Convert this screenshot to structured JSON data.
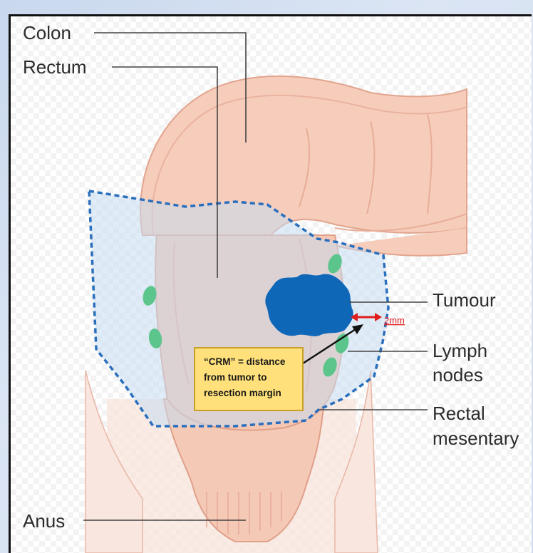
{
  "labels": {
    "colon": "Colon",
    "rectum": "Rectum",
    "tumour": "Tumour",
    "lymph_line1": "Lymph",
    "lymph_line2": "nodes",
    "rectal_line1": "Rectal",
    "rectal_line2": "mesentary",
    "anus": "Anus",
    "distance": "2mm"
  },
  "callout": {
    "line1": "“CRM” = distance",
    "line2": "from tumor to",
    "line3": "resection margin"
  },
  "colors": {
    "tissue": "#f6d2c2",
    "tissue_outline": "#e2a48e",
    "mesentery_fill": "#cfdff0",
    "dashed_border": "#2a6fbd",
    "tumour": "#0f67b8",
    "lymph_node": "#5cc58c",
    "distance_arrow": "#e01e1e",
    "callout_fill": "#ffe07a"
  }
}
